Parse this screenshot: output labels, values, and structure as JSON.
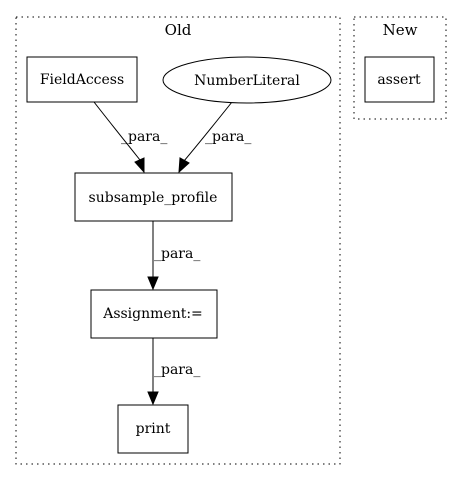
{
  "clusters": {
    "old": {
      "label": "Old"
    },
    "new": {
      "label": "New"
    }
  },
  "nodes": {
    "field_access": {
      "label": "FieldAccess"
    },
    "number_literal": {
      "label": "NumberLiteral"
    },
    "subsample_profile": {
      "label": "subsample_profile"
    },
    "assignment": {
      "label": "Assignment:="
    },
    "print": {
      "label": "print"
    },
    "assert": {
      "label": "assert"
    }
  },
  "edges": {
    "field_access_to_subsample": {
      "label": "_para_"
    },
    "number_literal_to_subsample": {
      "label": "_para_"
    },
    "subsample_to_assignment": {
      "label": "_para_"
    },
    "assignment_to_print": {
      "label": "_para_"
    }
  }
}
